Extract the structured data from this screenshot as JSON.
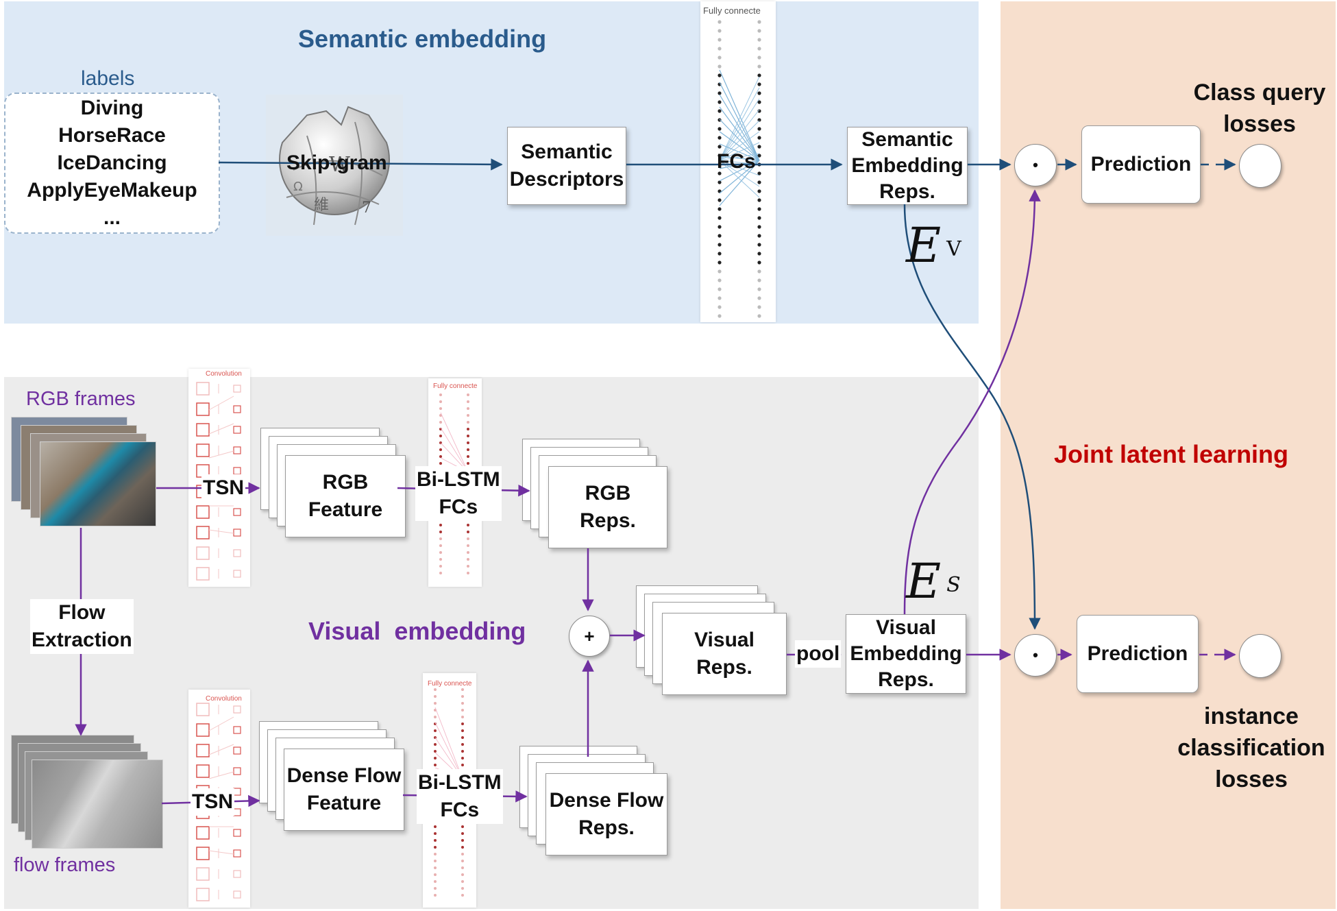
{
  "semantic": {
    "title": "Semantic embedding",
    "labels_header": "labels",
    "labels": [
      "Diving",
      "HorseRace",
      "IceDancing",
      "ApplyEyeMakeup",
      "..."
    ],
    "skipgram": "Skip-gram",
    "descriptors": [
      "Semantic",
      "Descriptors"
    ],
    "nn_caption": "Fully connecte",
    "fcs": "FCs",
    "embed_reps": [
      "Semantic",
      "Embedding",
      "Reps."
    ]
  },
  "visual": {
    "title": "Visual  embedding",
    "rgb_frames": "RGB frames",
    "flow_frames": "flow frames",
    "flow_extraction": [
      "Flow",
      "Extraction"
    ],
    "tsn": "TSN",
    "conv_caption": "Convolution",
    "fc_caption": "Fully connecte",
    "rgb_feature": [
      "RGB",
      "Feature"
    ],
    "bilstm": [
      "Bi-LSTM",
      "FCs"
    ],
    "rgb_reps": [
      "RGB",
      "Reps."
    ],
    "flow_feature": [
      "Dense Flow",
      "Feature"
    ],
    "flow_reps": [
      "Dense Flow",
      "Reps."
    ],
    "plus": "+",
    "visual_reps": [
      "Visual",
      "Reps."
    ],
    "pool": "pool",
    "embed_reps": [
      "Visual",
      "Embedding",
      "Reps."
    ]
  },
  "joint": {
    "title": "Joint latent learning",
    "dot": "•",
    "prediction": "Prediction",
    "class_query": [
      "Class query",
      "losses"
    ],
    "instance": [
      "instance",
      "classification",
      "losses"
    ]
  },
  "math": {
    "ev_base": "E",
    "ev_sup": "V",
    "es_base": "E",
    "es_sup": "S"
  },
  "colors": {
    "semantic_bg": "#dde9f6",
    "visual_bg": "#ececec",
    "joint_bg": "#f7dfcd",
    "semantic_title": "#2a5b8c",
    "visual_title": "#7030a0",
    "joint_title": "#c00000",
    "semantic_arrow": "#1f4e79",
    "visual_arrow": "#7030a0"
  }
}
